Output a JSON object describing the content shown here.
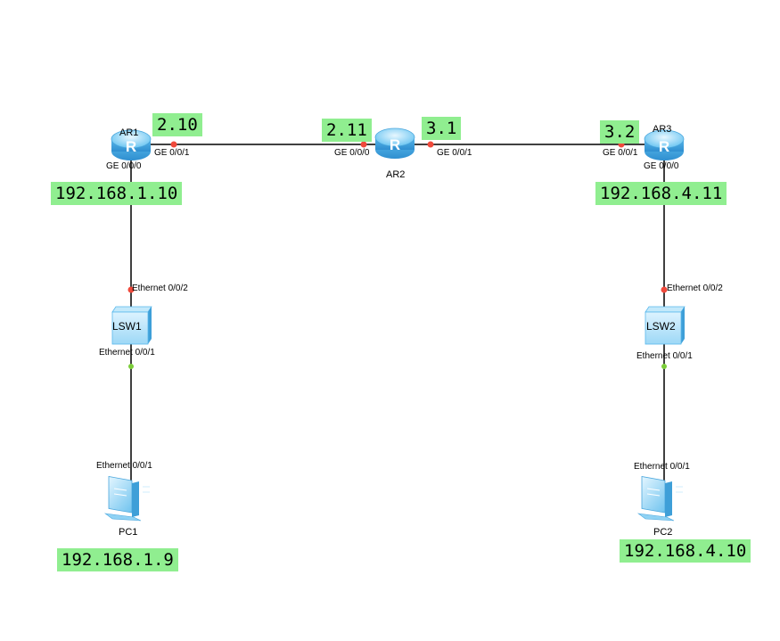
{
  "devices": {
    "ar1": {
      "name": "AR1",
      "glyph": "R"
    },
    "ar2": {
      "name": "AR2",
      "glyph": "R"
    },
    "ar3": {
      "name": "AR3",
      "glyph": "R"
    },
    "lsw1": {
      "name": "LSW1"
    },
    "lsw2": {
      "name": "LSW2"
    },
    "pc1": {
      "name": "PC1"
    },
    "pc2": {
      "name": "PC2"
    }
  },
  "ports": {
    "ar1_ge001": "GE 0/0/1",
    "ar1_ge000": "GE 0/0/0",
    "ar2_ge000": "GE 0/0/0",
    "ar2_ge001": "GE 0/0/1",
    "ar3_ge001": "GE 0/0/1",
    "ar3_ge000": "GE 0/0/0",
    "lsw1_e002": "Ethernet 0/0/2",
    "lsw1_e001": "Ethernet 0/0/1",
    "pc1_e001": "Ethernet 0/0/1",
    "lsw2_e002": "Ethernet 0/0/2",
    "lsw2_e001": "Ethernet 0/0/1",
    "pc2_e001": "Ethernet 0/0/1"
  },
  "ip_labels": {
    "ar1_wan": "2.10",
    "ar2_left": "2.11",
    "ar2_right": "3.1",
    "ar3_wan": "3.2",
    "ar1_lan": "192.168.1.10",
    "ar3_lan": "192.168.4.11",
    "pc1": "192.168.1.9",
    "pc2": "192.168.4.10"
  },
  "colors": {
    "link": "#000000",
    "port_up_router": "#f04a3c",
    "port_up_switch_pc": "#7ccd3a",
    "ip_highlight": "#90ee90",
    "device_blue": "#5ab8ec"
  }
}
